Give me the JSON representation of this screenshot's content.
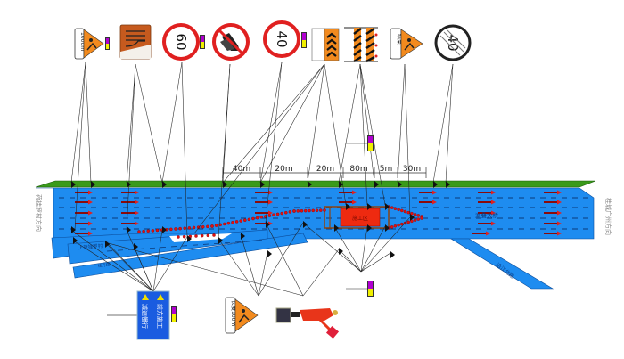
{
  "diagram": {
    "title": "Road construction traffic control layout",
    "colors": {
      "road": "#1e8cf0",
      "median": "#3a9a1a",
      "arrow": "#b01010",
      "cone": "#e01010",
      "workzone": "#ee2a10",
      "barrier": "#8b4513",
      "sign_orange": "#f28a1e",
      "sign_red_ring": "#e02020",
      "sign_blue": "#1a5ce0",
      "light_purple": "#b000d0",
      "light_yellow": "#f0f000"
    },
    "distances": [
      "40m",
      "20m",
      "20m",
      "80m",
      "5m",
      "30m"
    ],
    "direction_labels": {
      "left": "荷挂罗村方向",
      "right": "桂城广州方向"
    },
    "road_labels": {
      "bridge": "湖叠大桥",
      "ramp_right": "沿江北路",
      "ramp_left_top": "上荷挂罗村",
      "ramp_left_bottom": "桂丹路"
    },
    "work_area_label": "施工区",
    "signs_top": [
      {
        "id": "sign-work-ahead-1000m",
        "type": "warning-triangle-with-plate",
        "plate": "1000m",
        "icon": "construction-worker-icon",
        "light": true
      },
      {
        "id": "sign-lane-guide",
        "type": "lane-guide",
        "icon": "lane-merge-icon"
      },
      {
        "id": "sign-speed-60",
        "type": "speed-limit",
        "value": "60",
        "light": true
      },
      {
        "id": "sign-no-overtaking",
        "type": "prohibition",
        "icon": "no-overtaking-icon"
      },
      {
        "id": "sign-speed-40",
        "type": "speed-limit",
        "value": "40",
        "light": true
      },
      {
        "id": "sign-chevron-guide",
        "type": "chevron-board",
        "icon": "chevron-icon"
      },
      {
        "id": "sign-barrier-board",
        "type": "barricade",
        "icon": "striped-barrier-icon"
      },
      {
        "id": "sign-work-end",
        "type": "warning-triangle-with-plate",
        "plate": "结束",
        "icon": "construction-worker-icon"
      },
      {
        "id": "sign-end-speed-40",
        "type": "end-speed-limit",
        "value": "40"
      }
    ],
    "signs_bottom": [
      {
        "id": "sign-road-work-ahead-slow",
        "type": "blue-info-board",
        "lines": [
          "前方施工",
          "减速慢行"
        ],
        "light": true
      },
      {
        "id": "sign-work-ahead-100m",
        "type": "warning-triangle-with-plate",
        "plate": "长度100m",
        "icon": "construction-worker-icon"
      },
      {
        "id": "flagman-robot",
        "type": "flagman",
        "icon": "flagman-robot-icon"
      }
    ],
    "lights_standalone": 2
  }
}
